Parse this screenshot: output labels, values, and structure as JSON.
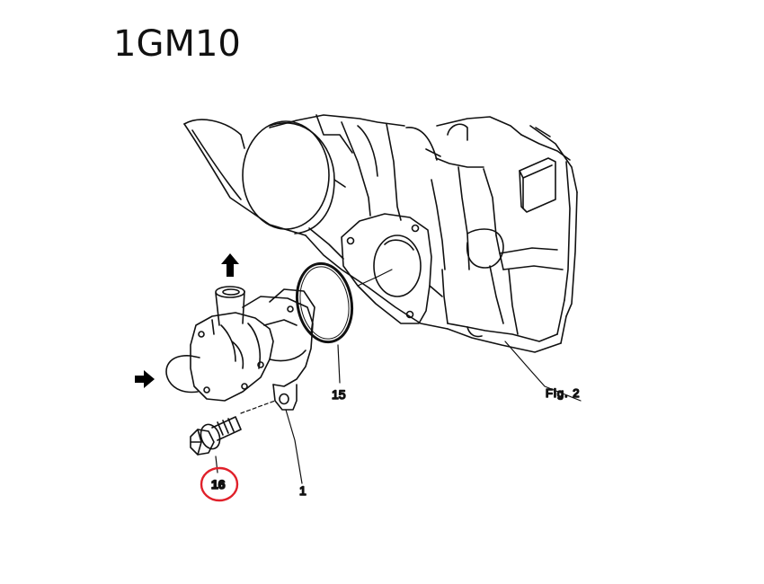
{
  "title": "1GM10",
  "labels": {
    "part_15": "15",
    "part_16": "16",
    "part_1": "1",
    "fig": "Fig. 2"
  },
  "highlight_color": "#e0202a"
}
